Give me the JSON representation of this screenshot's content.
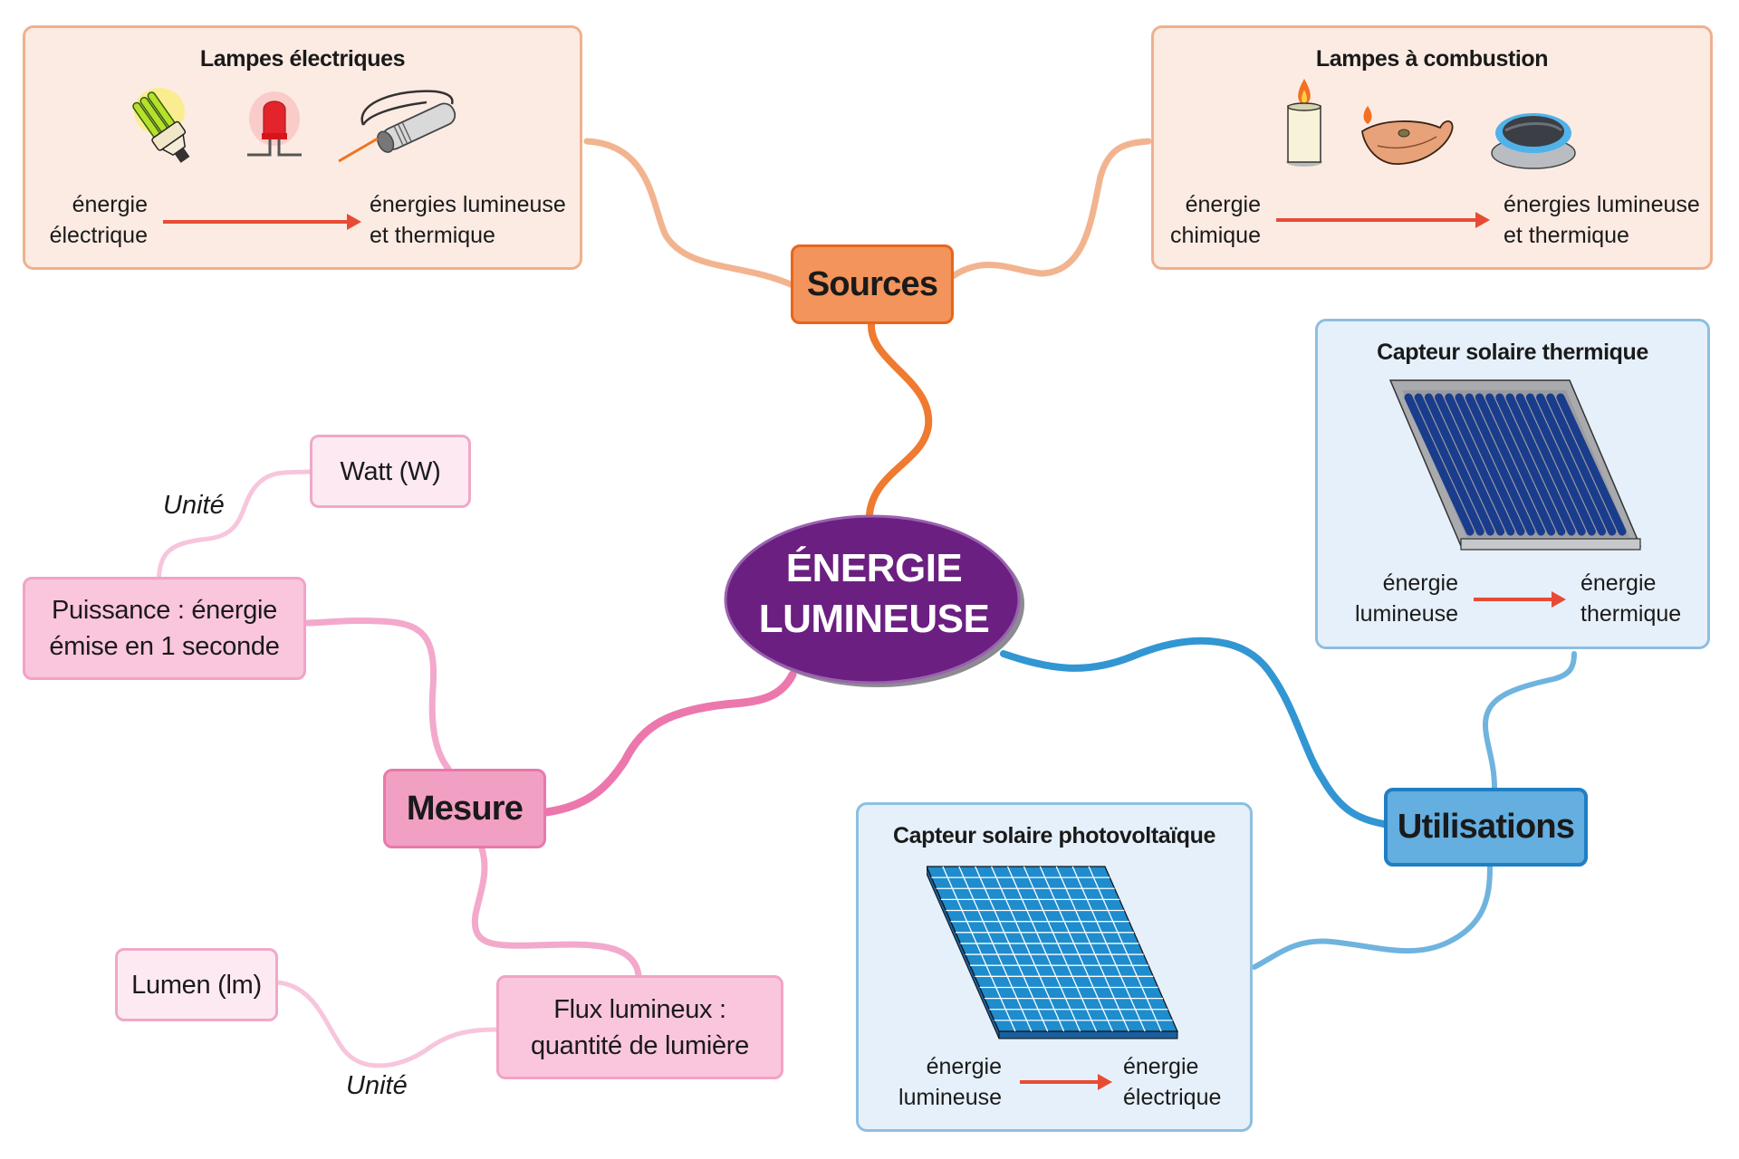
{
  "center": {
    "line1": "ÉNERGIE",
    "line2": "LUMINEUSE",
    "color": "#6b1f80"
  },
  "branches": {
    "sources": {
      "label": "Sources",
      "color": "#f2945b",
      "panels": [
        {
          "title": "Lampes électriques",
          "icons": [
            "compact-fluorescent-bulb-icon",
            "red-led-icon",
            "laser-pointer-icon"
          ],
          "from": [
            "énergie",
            "électrique"
          ],
          "to": [
            "énergies lumineuse",
            "et thermique"
          ]
        },
        {
          "title": "Lampes à combustion",
          "icons": [
            "candle-icon",
            "oil-lamp-icon",
            "gas-burner-icon"
          ],
          "from": [
            "énergie",
            "chimique"
          ],
          "to": [
            "énergies lumineuse",
            "et thermique"
          ]
        }
      ]
    },
    "mesure": {
      "label": "Mesure",
      "color": "#f29fc4",
      "children": [
        {
          "label": [
            "Puissance : énergie",
            "émise en 1 seconde"
          ],
          "unit_link_label": "Unité",
          "unit": "Watt (W)"
        },
        {
          "label": [
            "Flux lumineux :",
            "quantité de lumière"
          ],
          "unit_link_label": "Unité",
          "unit": "Lumen (lm)"
        }
      ]
    },
    "utilisations": {
      "label": "Utilisations",
      "color": "#64aee0",
      "panels": [
        {
          "title": "Capteur solaire thermique",
          "icons": [
            "solar-thermal-collector-icon"
          ],
          "from": [
            "énergie",
            "lumineuse"
          ],
          "to": [
            "énergie",
            "thermique"
          ]
        },
        {
          "title": "Capteur solaire photovoltaïque",
          "icons": [
            "photovoltaic-panel-icon"
          ],
          "from": [
            "énergie",
            "lumineuse"
          ],
          "to": [
            "énergie",
            "électrique"
          ]
        }
      ]
    }
  },
  "colors": {
    "arrow": "#e84b35",
    "sources_link": "#ef7a30",
    "sources_sublink": "#f2b48f",
    "mesure_link": "#ec77ad",
    "mesure_sublink": "#f3a9cb",
    "unit_link": "#f7c5dc",
    "utilisations_link": "#3296d3",
    "utilisations_sublink": "#6fb3df"
  }
}
